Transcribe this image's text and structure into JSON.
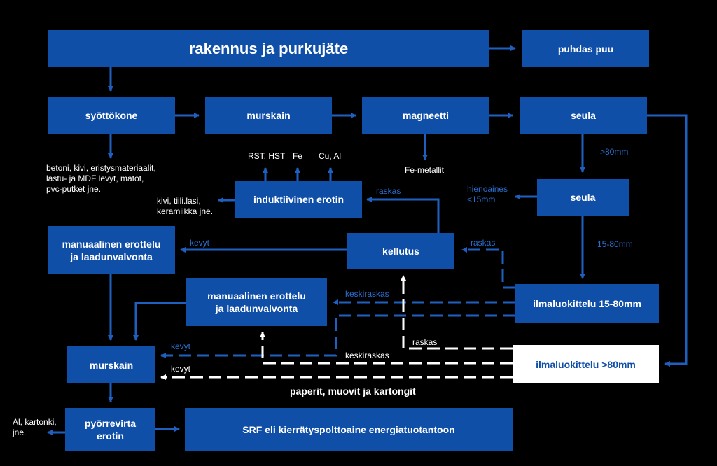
{
  "boxes": {
    "rakennus": "rakennus ja purkujäte",
    "puhdas": "puhdas puu",
    "syottokone": "syöttökone",
    "murskain1": "murskain",
    "magneetti": "magneetti",
    "seula1": "seula",
    "seula2": "seula",
    "induktiivinen": "induktiivinen erotin",
    "manuaalinen1": "manuaalinen erottelu\nja laadunvalvonta",
    "kellutus": "kellutus",
    "manuaalinen2": "manuaalinen erottelu\nja laadunvalvonta",
    "ilmaluokittelu1": "ilmaluokittelu 15-80mm",
    "murskain2": "murskain",
    "ilmaluokittelu2": "ilmaluokittelu >80mm",
    "pyorrevirta": "pyörrevirta\nerotin",
    "srf": "SRF eli kierrätyspolttoaine energiatuotantoon"
  },
  "labels": {
    "betoni": "betoni, kivi, eristysmateriaalit,\nlastu- ja MDF levyt, matot,\npvc-putket jne.",
    "rst": "RST, HST",
    "fe": "Fe",
    "cual": "Cu, Al",
    "femetallit": "Fe-metallit",
    "gt80": ">80mm",
    "hienoaines": "hienoaines\n<15mm",
    "raskas1": "raskas",
    "kivi": "kivi, tiili.lasi,\nkeramiikka jne.",
    "kevyt1": "kevyt",
    "raskas2": "raskas",
    "mm1580": "15-80mm",
    "keskiraskas1": "keskiraskas",
    "kevyt2": "kevyt",
    "raskas3": "raskas",
    "keskiraskas2": "keskiraskas",
    "kevyt3": "kevyt",
    "paperit": "paperit, muovit ja kartongit",
    "alkartonki": "Al, kartonki,\njne."
  },
  "colors": {
    "box": "#0f4fa8",
    "line": "#1f5fbf",
    "white": "#ffffff",
    "background": "#000000"
  }
}
